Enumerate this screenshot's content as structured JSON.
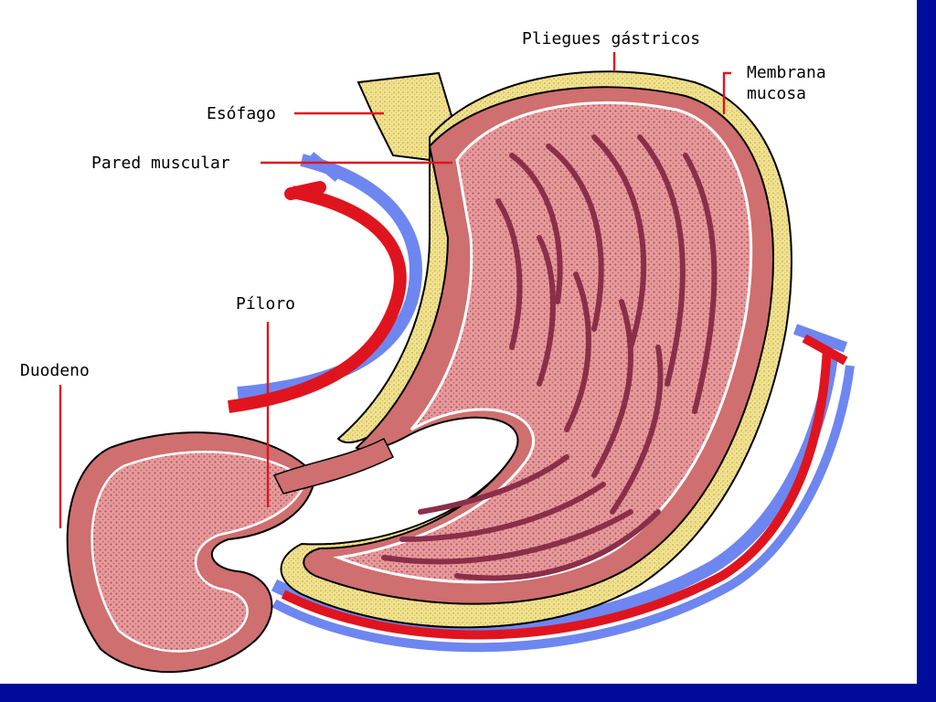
{
  "labels": {
    "pliegues": "Pliegues gástricos",
    "membrana_1": "Membrana",
    "membrana_2": "mucosa",
    "esofago": "Esófago",
    "pared": "Pared muscular",
    "piloro": "Píloro",
    "duodeno": "Duodeno"
  },
  "colors": {
    "frame_blue": "#000b9c",
    "artery_red": "#e0141e",
    "vein_blue": "#6e86f0",
    "fat_yellow": "#f1e28f",
    "wall_pink": "#cf6f6f",
    "mucosa_pink": "#e79a9a",
    "fold_dark": "#8a2f4a"
  }
}
